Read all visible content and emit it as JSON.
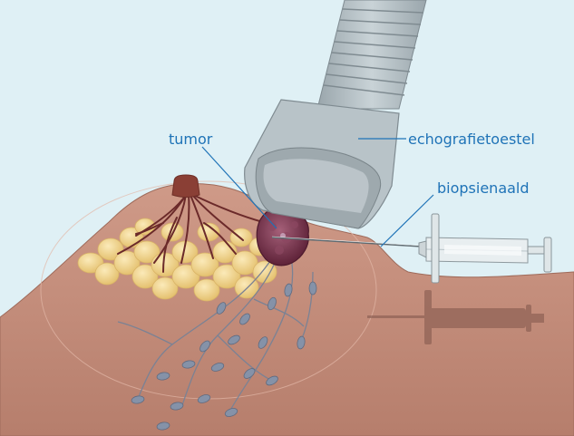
{
  "labels": {
    "tumor": "tumor",
    "echografietoestel": "echografietoestel",
    "biopsienaald": "biopsienaald"
  },
  "colors": {
    "background": "#dff0f5",
    "skin": "#c9917f",
    "skin_dark": "#a9705e",
    "probe": "#b8c3c8",
    "tumor": "#7e3d55",
    "fat": "#f1d58d",
    "label": "#1f73b7",
    "lymph": "#8592a8"
  },
  "icons": [
    "ultrasound-probe",
    "biopsy-syringe",
    "lymph-node"
  ]
}
